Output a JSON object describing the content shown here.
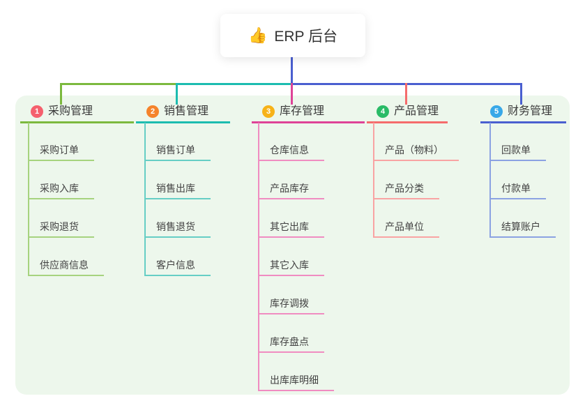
{
  "root_node": {
    "icon": "👍",
    "title": "ERP 后台"
  },
  "colors": {
    "canvas_bg": "#ffffff",
    "panel_bg": "#edf7ec",
    "trunk": "#4a5fd0",
    "header_text": "#3a3a3a",
    "root_text": "#333333"
  },
  "branches": [
    {
      "number": "1",
      "label": "采购管理",
      "badge_color": "#f5606d",
      "line_color": "#7cb93e",
      "child_line_color": "#a6d37e",
      "children": [
        "采购订单",
        "采购入库",
        "采购退货",
        "供应商信息"
      ]
    },
    {
      "number": "2",
      "label": "销售管理",
      "badge_color": "#f5832b",
      "line_color": "#1cbcb0",
      "child_line_color": "#66cec5",
      "children": [
        "销售订单",
        "销售出库",
        "销售退货",
        "客户信息"
      ]
    },
    {
      "number": "3",
      "label": "库存管理",
      "badge_color": "#f7b218",
      "line_color": "#de4397",
      "child_line_color": "#f08cc1",
      "children": [
        "仓库信息",
        "产品库存",
        "其它出库",
        "其它入库",
        "库存调拨",
        "库存盘点",
        "出库库明细"
      ]
    },
    {
      "number": "4",
      "label": "产品管理",
      "badge_color": "#2abb67",
      "line_color": "#f56c6c",
      "child_line_color": "#f9a3a3",
      "children": [
        "产品（物料）",
        "产品分类",
        "产品单位"
      ]
    },
    {
      "number": "5",
      "label": "财务管理",
      "badge_color": "#38a8e8",
      "line_color": "#4a5fd0",
      "child_line_color": "#8ba2e2",
      "children": [
        "回款单",
        "付款单",
        "结算账户"
      ]
    }
  ]
}
